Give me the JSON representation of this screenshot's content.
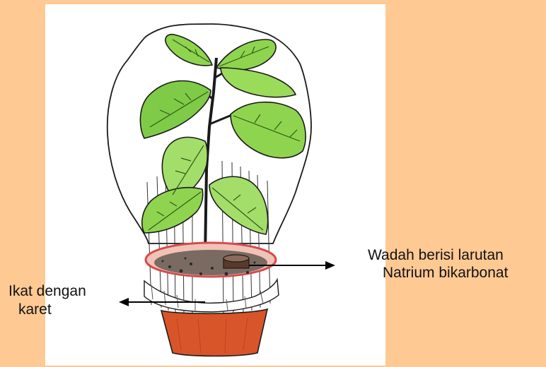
{
  "labels": {
    "container_line1": "Wadah berisi larutan",
    "container_line2": "Natrium bikarbonat",
    "tie_line1": "Ikat dengan",
    "tie_line2": "karet"
  },
  "colors": {
    "background": "#FFC993",
    "paper": "#FFFFFF",
    "leaf": "#8FD44F",
    "leaf_dark": "#5DAA2E",
    "pot": "#D8552A",
    "soil_rim": "#E07A6A",
    "ink": "#1A1A1A"
  }
}
